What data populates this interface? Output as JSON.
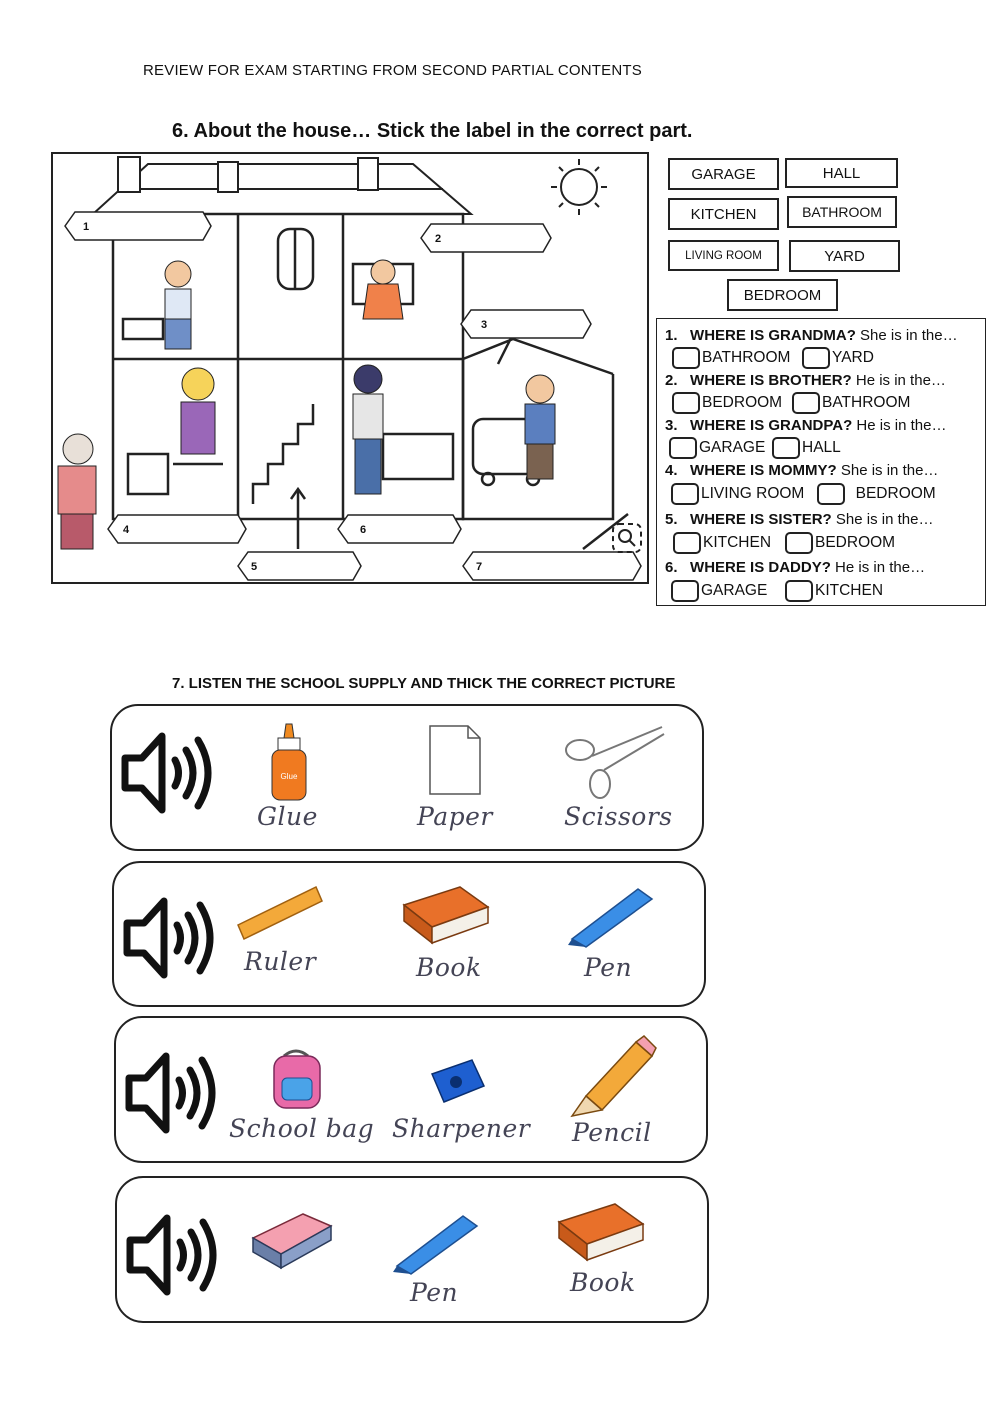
{
  "header": "REVIEW FOR EXAM STARTING FROM SECOND PARTIAL CONTENTS",
  "section6": {
    "title": "6.  About the house… Stick the label in the correct part.",
    "house_numbers": [
      "1",
      "2",
      "3",
      "4",
      "5",
      "6",
      "7"
    ],
    "labels": [
      "GARAGE",
      "HALL",
      "KITCHEN",
      "BATHROOM",
      "LIVING ROOM",
      "YARD",
      "BEDROOM"
    ],
    "questions": [
      {
        "num": "1.",
        "q": "WHERE IS GRANDMA?",
        "tail": " She is in the…",
        "a": "BATHROOM",
        "b": "YARD"
      },
      {
        "num": "2.",
        "q": "WHERE IS BROTHER?",
        "tail": " He is in the…",
        "a": "BEDROOM",
        "b": "BATHROOM"
      },
      {
        "num": "3.",
        "q": "WHERE IS GRANDPA?",
        "tail": " He is in the…",
        "a": "GARAGE",
        "b": "HALL"
      },
      {
        "num": "4.",
        "q": "WHERE IS MOMMY?",
        "tail": " She is in the…",
        "a": "LIVING ROOM",
        "b": "BEDROOM"
      },
      {
        "num": "5.",
        "q": "WHERE IS SISTER?",
        "tail": " She is in the…",
        "a": "KITCHEN",
        "b": "BEDROOM"
      },
      {
        "num": "6.",
        "q": "WHERE IS DADDY?",
        "tail": " He is in the…",
        "a": "GARAGE",
        "b": "KITCHEN"
      }
    ]
  },
  "section7": {
    "title": "7.    LISTEN THE SCHOOL SUPPLY AND THICK THE CORRECT PICTURE",
    "rows": [
      {
        "items": [
          "Glue",
          "Paper",
          "Scissors"
        ]
      },
      {
        "items": [
          "Ruler",
          "Book",
          "Pen"
        ]
      },
      {
        "items": [
          "School bag",
          "Sharpener",
          "Pencil"
        ]
      },
      {
        "items": [
          "",
          "Pen",
          "Book"
        ]
      }
    ],
    "glue_bottle_text": "Glue",
    "icons": [
      "speaker-icon",
      "glue-icon",
      "paper-icon",
      "scissors-icon",
      "ruler-icon",
      "book-icon",
      "pen-icon",
      "school-bag-icon",
      "sharpener-icon",
      "pencil-icon",
      "eraser-icon"
    ]
  },
  "colors": {
    "glue": "#f07a20",
    "book": "#e8702a",
    "pen": "#3a8ee6",
    "bag": "#e86aa8",
    "sharpener": "#1e5fd0",
    "pencil": "#f3a93a"
  }
}
